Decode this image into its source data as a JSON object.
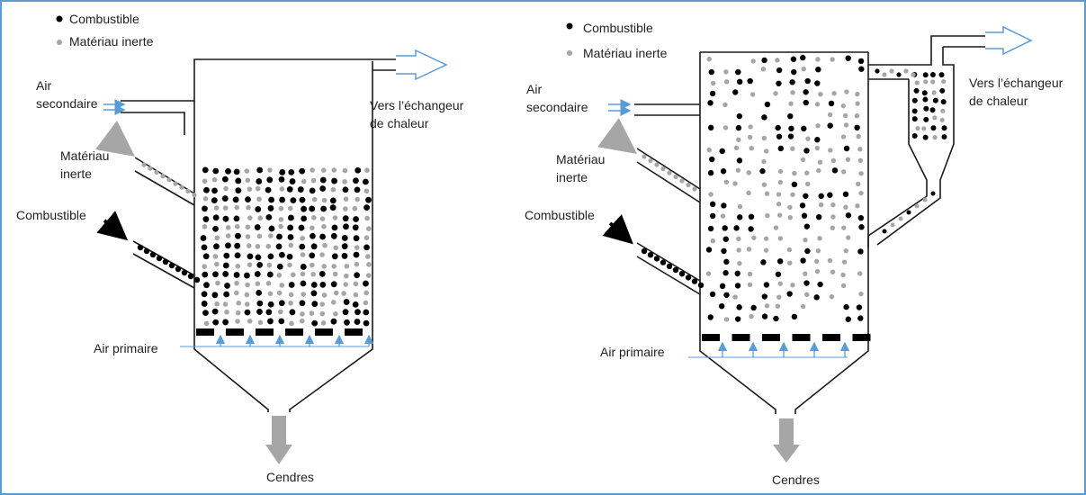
{
  "colors": {
    "fuel": "#000000",
    "inert": "#a6a6a6",
    "air": "#5b9bd5",
    "outline": "#1a1a1a",
    "ash_arrow": "#a6a6a6",
    "frame": "#5b9bd5"
  },
  "legend": {
    "fuel_label": "Combustible",
    "inert_label": "Matériau inerte"
  },
  "left_diagram": {
    "secondary_air": [
      "Air",
      "secondaire"
    ],
    "inert_input": [
      "Matériau",
      "inerte"
    ],
    "fuel_input": "Combustible",
    "primary_air": "Air primaire",
    "outlet": [
      "Vers l’échangeur",
      "de chaleur"
    ],
    "ash": "Cendres"
  },
  "right_diagram": {
    "secondary_air": [
      "Air",
      "secondaire"
    ],
    "inert_input": [
      "Matériau",
      "inerte"
    ],
    "fuel_input": "Combustible",
    "primary_air": "Air primaire",
    "outlet": [
      "Vers l’échangeur",
      "de chaleur"
    ],
    "ash": "Cendres"
  }
}
